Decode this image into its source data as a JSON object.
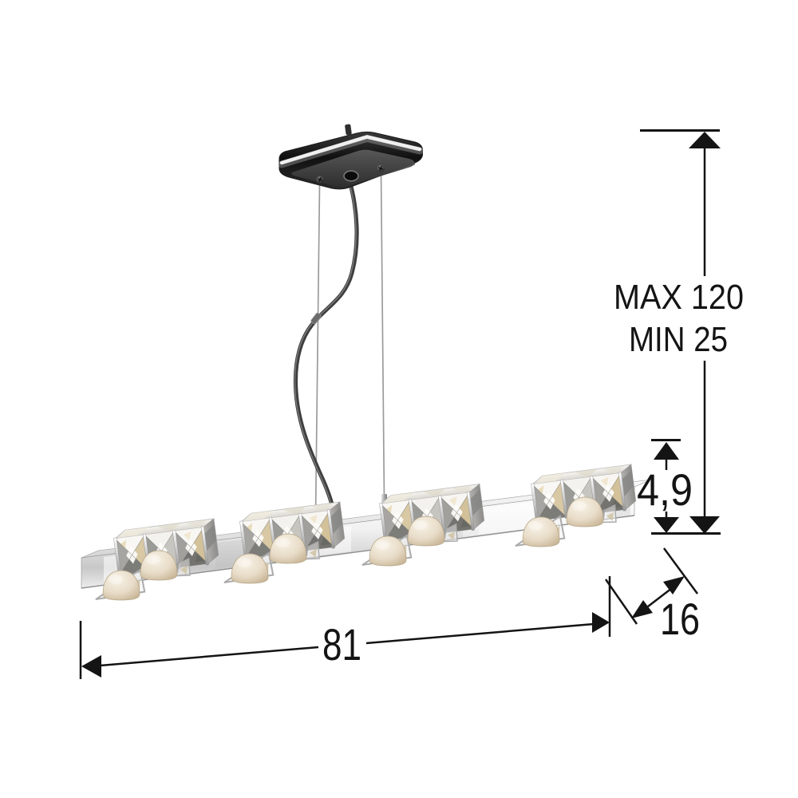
{
  "diagram": {
    "kind": "product-dimension-drawing",
    "background": "#ffffff",
    "annotation_color": "#141414",
    "product": {
      "description": "linear pendant light: chrome ceiling canopy, two suspension wires, power cable, chrome bar with crystal cube shades and cream LED dome diffusers",
      "crystal_modules": 4,
      "dome_diffusers": 8
    },
    "dimensions": {
      "suspension_height": {
        "line1": "MAX 120",
        "line2": "MIN 25"
      },
      "fixture_height": {
        "label": "4,9"
      },
      "length": {
        "label": "81"
      },
      "depth": {
        "label": "16"
      }
    },
    "colors": {
      "chrome_highlight": "#ffffff",
      "chrome_mid": "#c9c9c9",
      "chrome_dark": "#2b2b2b",
      "crystal_champagne": "#d7c7a3",
      "dome_cream": "#e6dac6"
    }
  }
}
